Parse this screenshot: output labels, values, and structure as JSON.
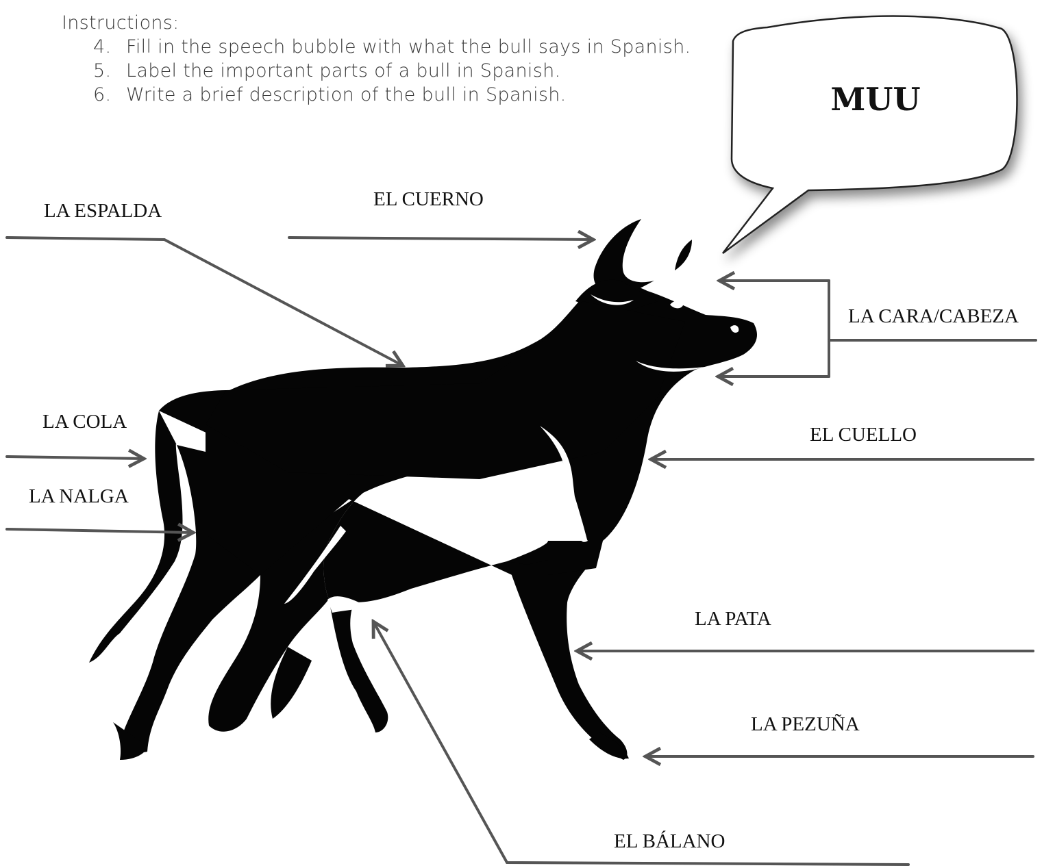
{
  "instructions": {
    "heading": "Instructions:",
    "items": [
      {
        "num": "4.",
        "text": "Fill in the speech bubble with what the bull says in Spanish."
      },
      {
        "num": "5.",
        "text": "Label the important parts of a bull in Spanish."
      },
      {
        "num": "6.",
        "text": "Write a brief description of the bull in Spanish."
      }
    ]
  },
  "speech_bubble": {
    "text": "MUU"
  },
  "labels": {
    "espalda": "LA ESPALDA",
    "cuerno": "EL CUERNO",
    "cara": "LA CARA/CABEZA",
    "cola": "LA COLA",
    "cuello": "EL CUELLO",
    "nalga": "LA NALGA",
    "pata": "LA PATA",
    "pezuna": "LA PEZUÑA",
    "balano": "EL BÁLANO"
  },
  "colors": {
    "arrow": "#555555",
    "bull": "#050505",
    "bubble_border": "#222222"
  }
}
